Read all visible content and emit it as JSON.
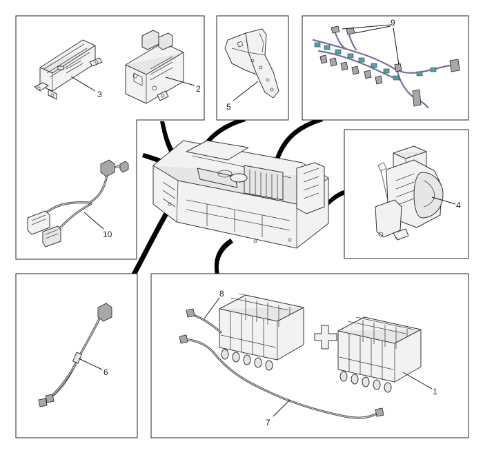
{
  "callouts": {
    "c1": "1",
    "c2": "2",
    "c3": "3",
    "c4": "4",
    "c5": "5",
    "c6": "6",
    "c7": "7",
    "c8": "8",
    "c9": "9",
    "c10": "10"
  },
  "symbols": {
    "plus": "plus-icon"
  },
  "colors": {
    "line": "#222222",
    "harness_accent": "#4aa6a0",
    "harness_wrap": "#7a6aa3"
  }
}
